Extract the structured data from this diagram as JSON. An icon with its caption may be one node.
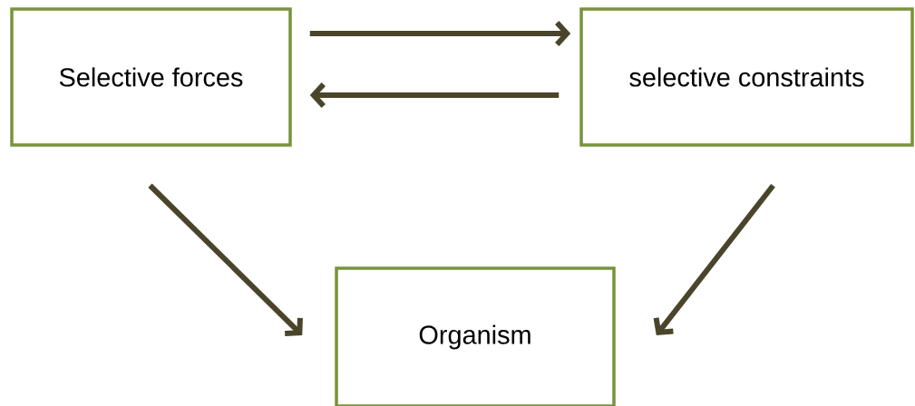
{
  "diagram": {
    "nodes": [
      {
        "text": [
          "Selective forces"
        ]
      },
      {
        "text": [
          "selective constraints"
        ]
      },
      {
        "text": [
          "Organism"
        ]
      }
    ],
    "edges": [
      {
        "from": 0,
        "to": 1,
        "arrow": "to"
      },
      {
        "from": 1,
        "to": 0,
        "arrow": "to"
      },
      {
        "from": 0,
        "to": 2,
        "arrow": "to"
      },
      {
        "from": 1,
        "to": 2,
        "arrow": "to"
      }
    ]
  }
}
